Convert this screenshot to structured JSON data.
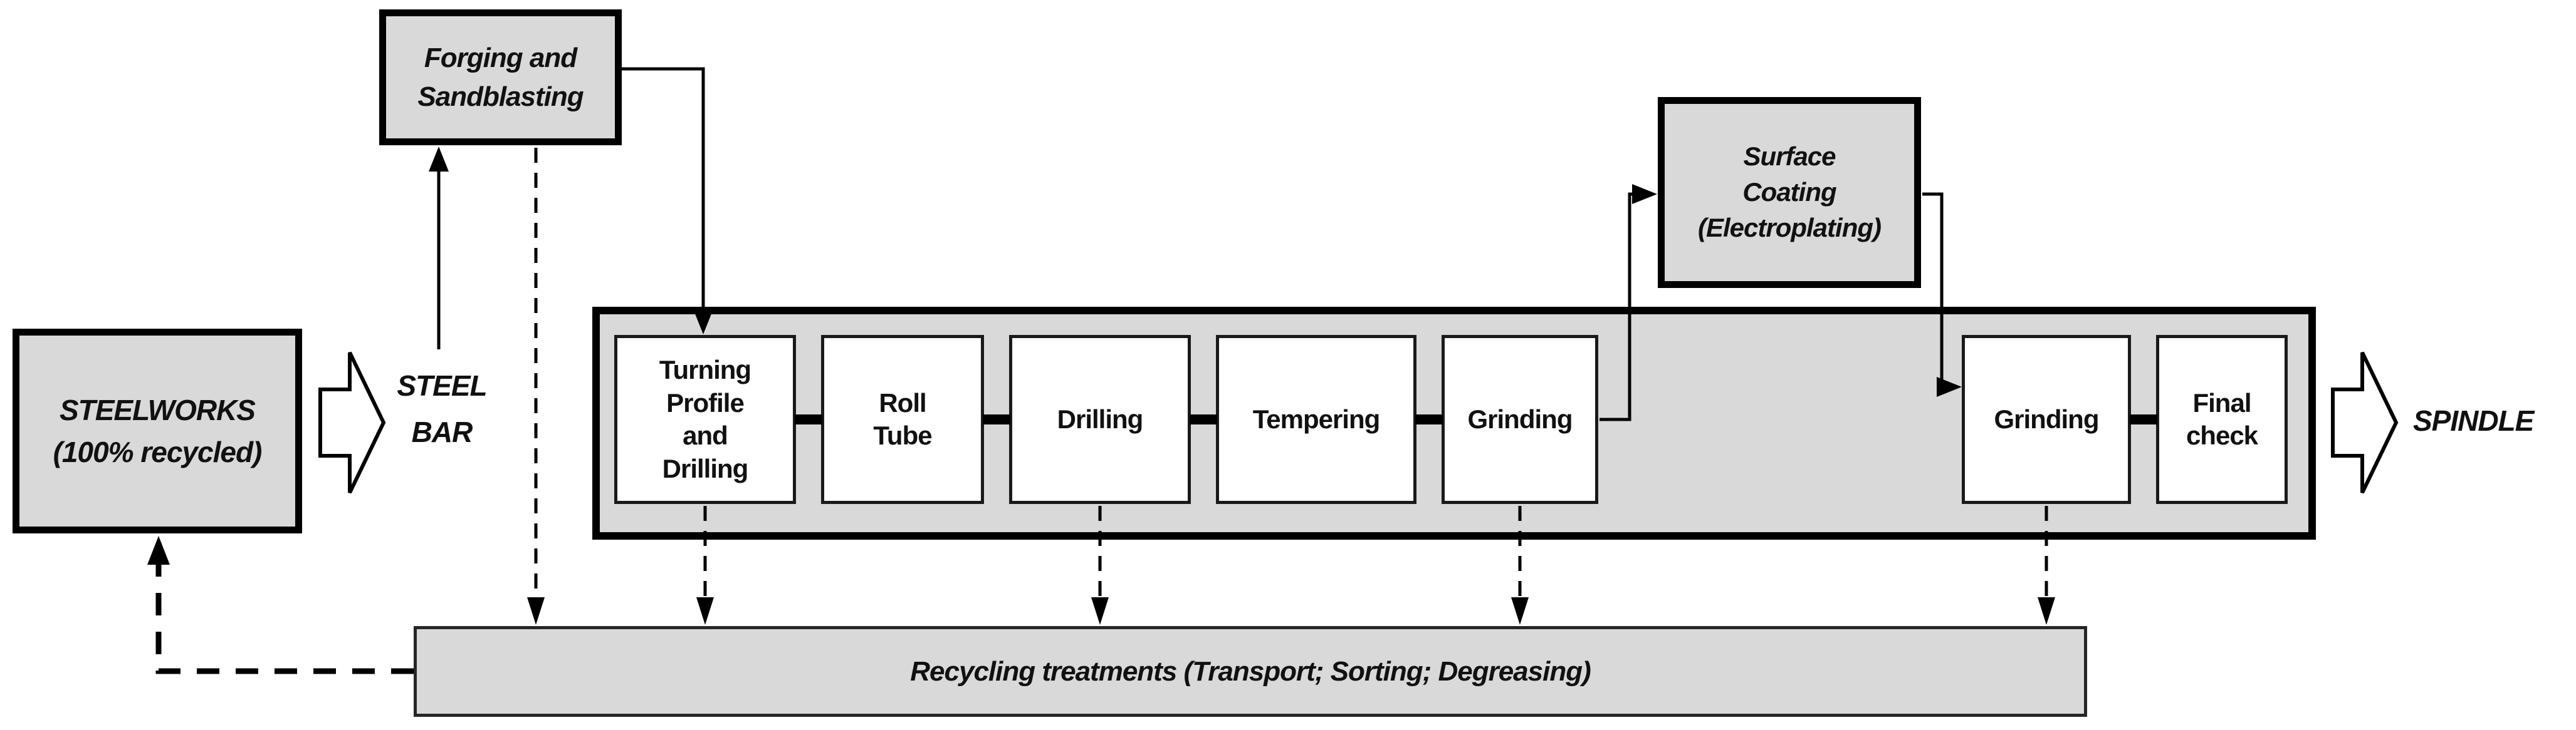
{
  "diagram": {
    "title_semantic": "Spindle manufacturing process flow with recycling loop",
    "steelworks": {
      "label": "STEELWORKS\n(100% recycled)"
    },
    "forging": {
      "label": "Forging and\nSandblasting"
    },
    "surface_coating": {
      "label": "Surface\nCoating\n(Electroplating)"
    },
    "steel_bar_label": "STEEL\nBAR",
    "spindle_label": "SPINDLE",
    "process_steps": [
      {
        "label": "Turning\nProfile\nand\nDrilling"
      },
      {
        "label": "Roll\nTube"
      },
      {
        "label": "Drilling"
      },
      {
        "label": "Tempering"
      },
      {
        "label": "Grinding"
      },
      {
        "label": "Grinding"
      },
      {
        "label": "Final\ncheck"
      }
    ],
    "recycling_bar": {
      "label": "Recycling treatments (Transport; Sorting; Degreasing)"
    },
    "colors": {
      "node_fill": "#d9d9d9",
      "process_fill": "#ffffff",
      "border": "#000000",
      "background": "#ffffff"
    }
  }
}
